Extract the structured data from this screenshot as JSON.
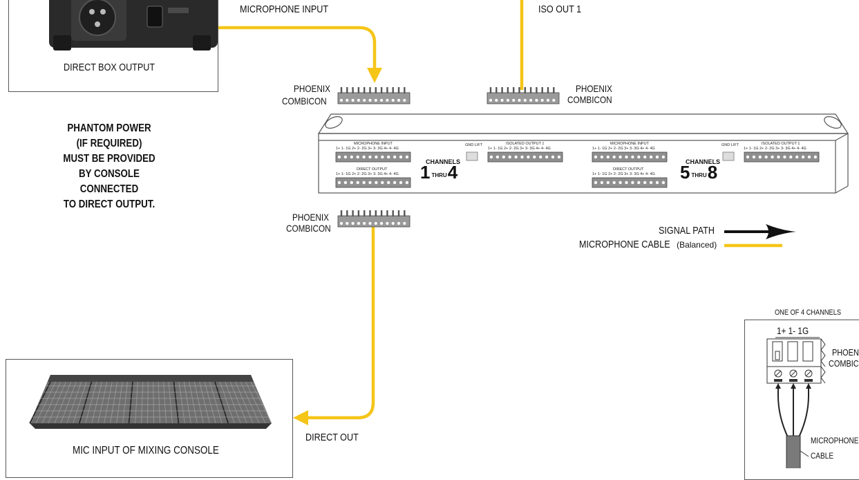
{
  "labels": {
    "microphone_input": "MICROPHONE INPUT",
    "iso_out_1": "ISO OUT 1",
    "direct_box_output": "DIRECT BOX OUTPUT",
    "phoenix_combicon": "PHOENIX\nCOMBICON",
    "phoenix": "PHOENIX",
    "combicon": "COMBICON",
    "phantom_power": "PHANTOM POWER\n(IF REQUIRED)\nMUST BE PROVIDED\nBY CONSOLE CONNECTED\nTO DIRECT OUTPUT.",
    "direct_out": "DIRECT OUT",
    "mic_input_console": "MIC INPUT OF MIXING CONSOLE",
    "one_of_4_channels": "ONE OF 4 CHANNELS",
    "pin_labels": "1+  1-  1G",
    "phoenix_partial": "PHOEN",
    "combic_partial": "COMBIC",
    "microphone": "MICROPHONE",
    "cable": "CABLE"
  },
  "legend": {
    "signal_path": "SIGNAL PATH",
    "mic_cable": "MICROPHONE CABLE",
    "mic_cable_note": "(Balanced)",
    "signal_color": "#111111",
    "cable_color": "#f5c518"
  },
  "unit": {
    "microphone_input": "MICROPHONE INPUT",
    "direct_output": "DIRECT OUTPUT",
    "isolated_output_1": "ISOLATED OUTPUT 1",
    "gnd_lift": "GND LIFT",
    "pin_row": "1+  1-  1G   2+  2-  2G  3+  3-  3G  4+  4-  4G",
    "channels": "CHANNELS",
    "thru": "THRU",
    "ch_start_1": "1",
    "ch_end_1": "4",
    "ch_start_2": "5",
    "ch_end_2": "8"
  }
}
